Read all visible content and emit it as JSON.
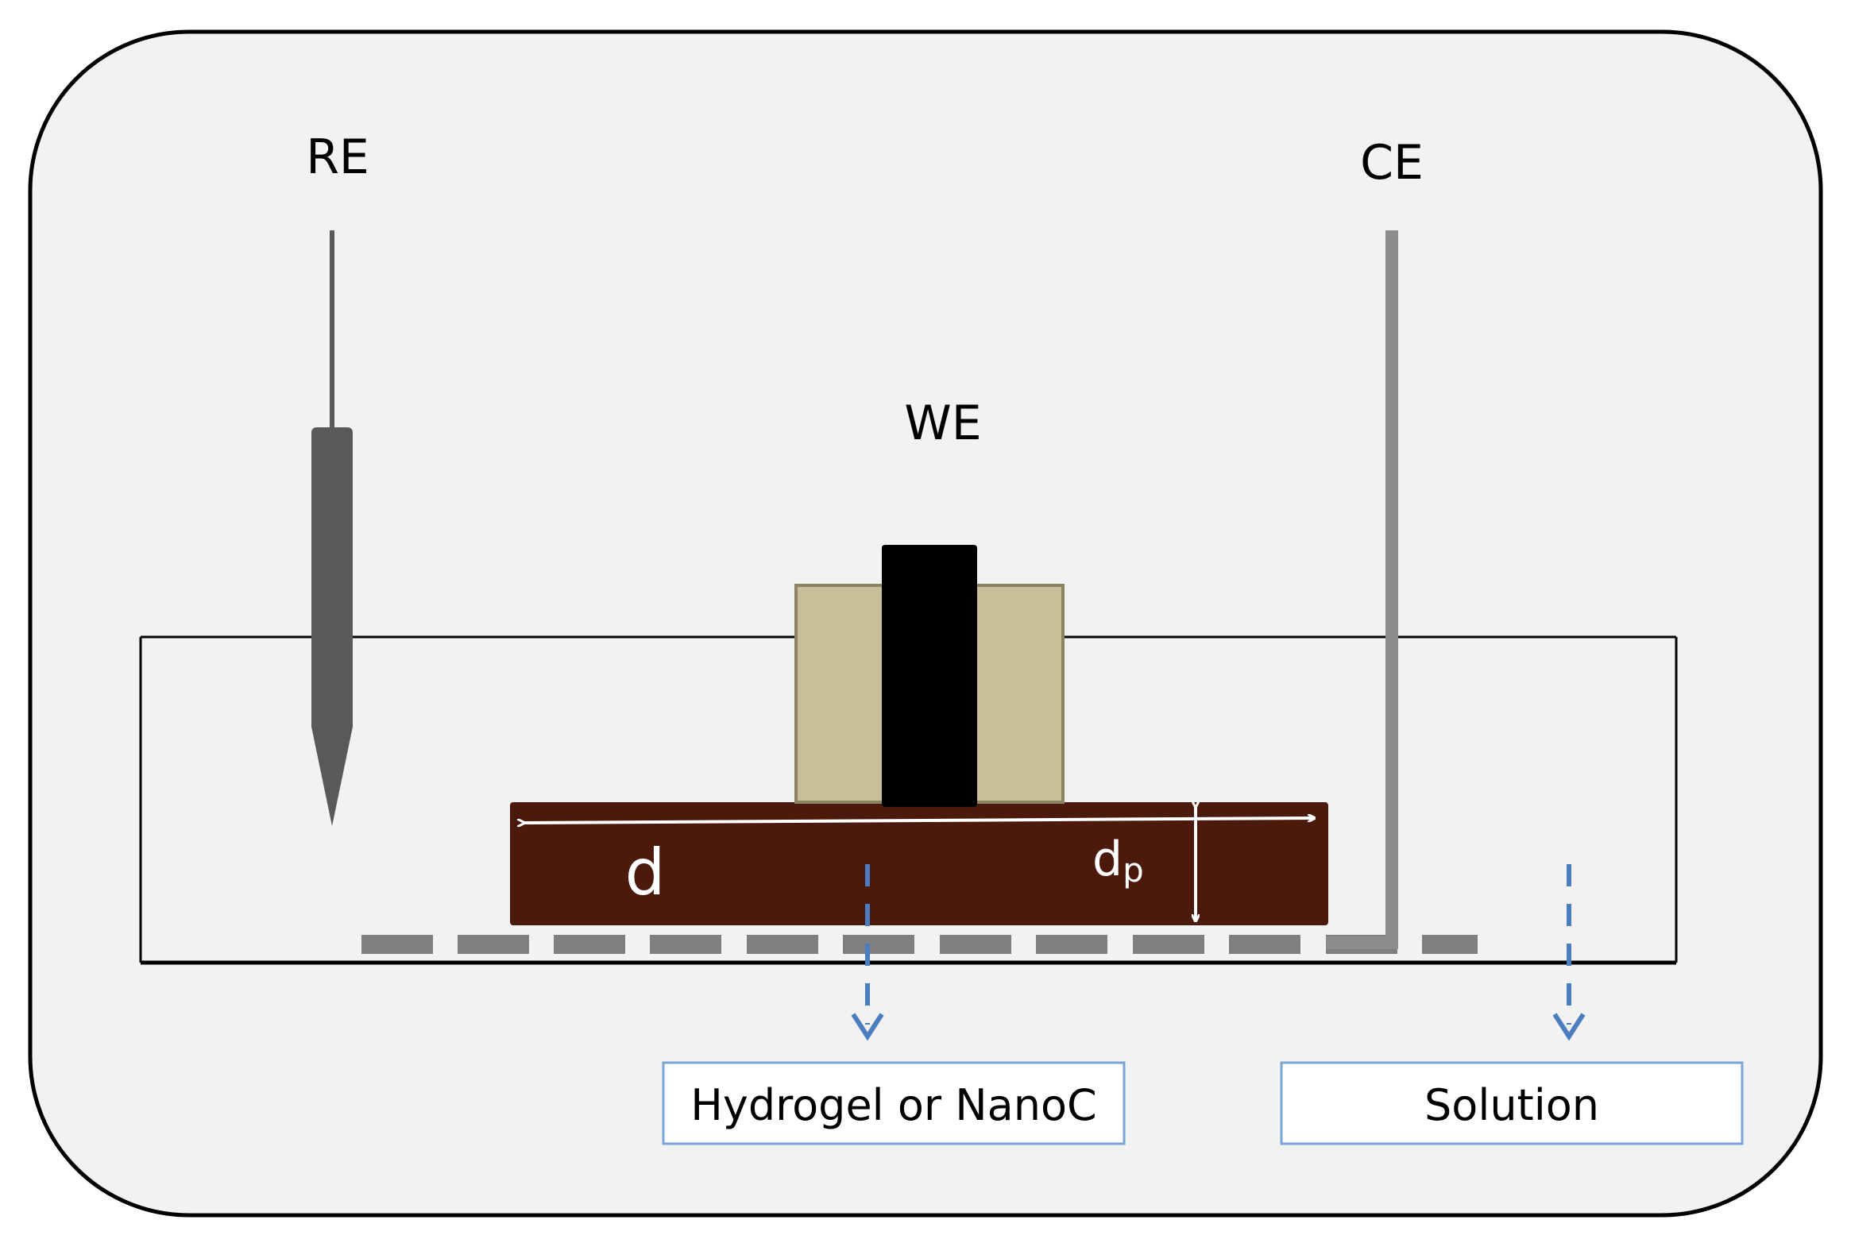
{
  "labels": {
    "re": "RE",
    "ce": "CE",
    "we": "WE",
    "d": "d",
    "dp_main": "d",
    "dp_sub": "p",
    "hydrogel_box": "Hydrogel or NanoC",
    "solution_box": "Solution"
  },
  "colors": {
    "panel_bg": "#f2f2f2",
    "sample": "#4b1a0d",
    "holder": "#c8bf9a",
    "holder_border": "#8a8460",
    "we_rod": "#000000",
    "re_electrode": "#595959",
    "ce_electrode": "#8c8c8c",
    "mesh": "#7f7f7f",
    "dashed_arrow": "#4a7ec0",
    "box_border": "#7aa3d6"
  }
}
